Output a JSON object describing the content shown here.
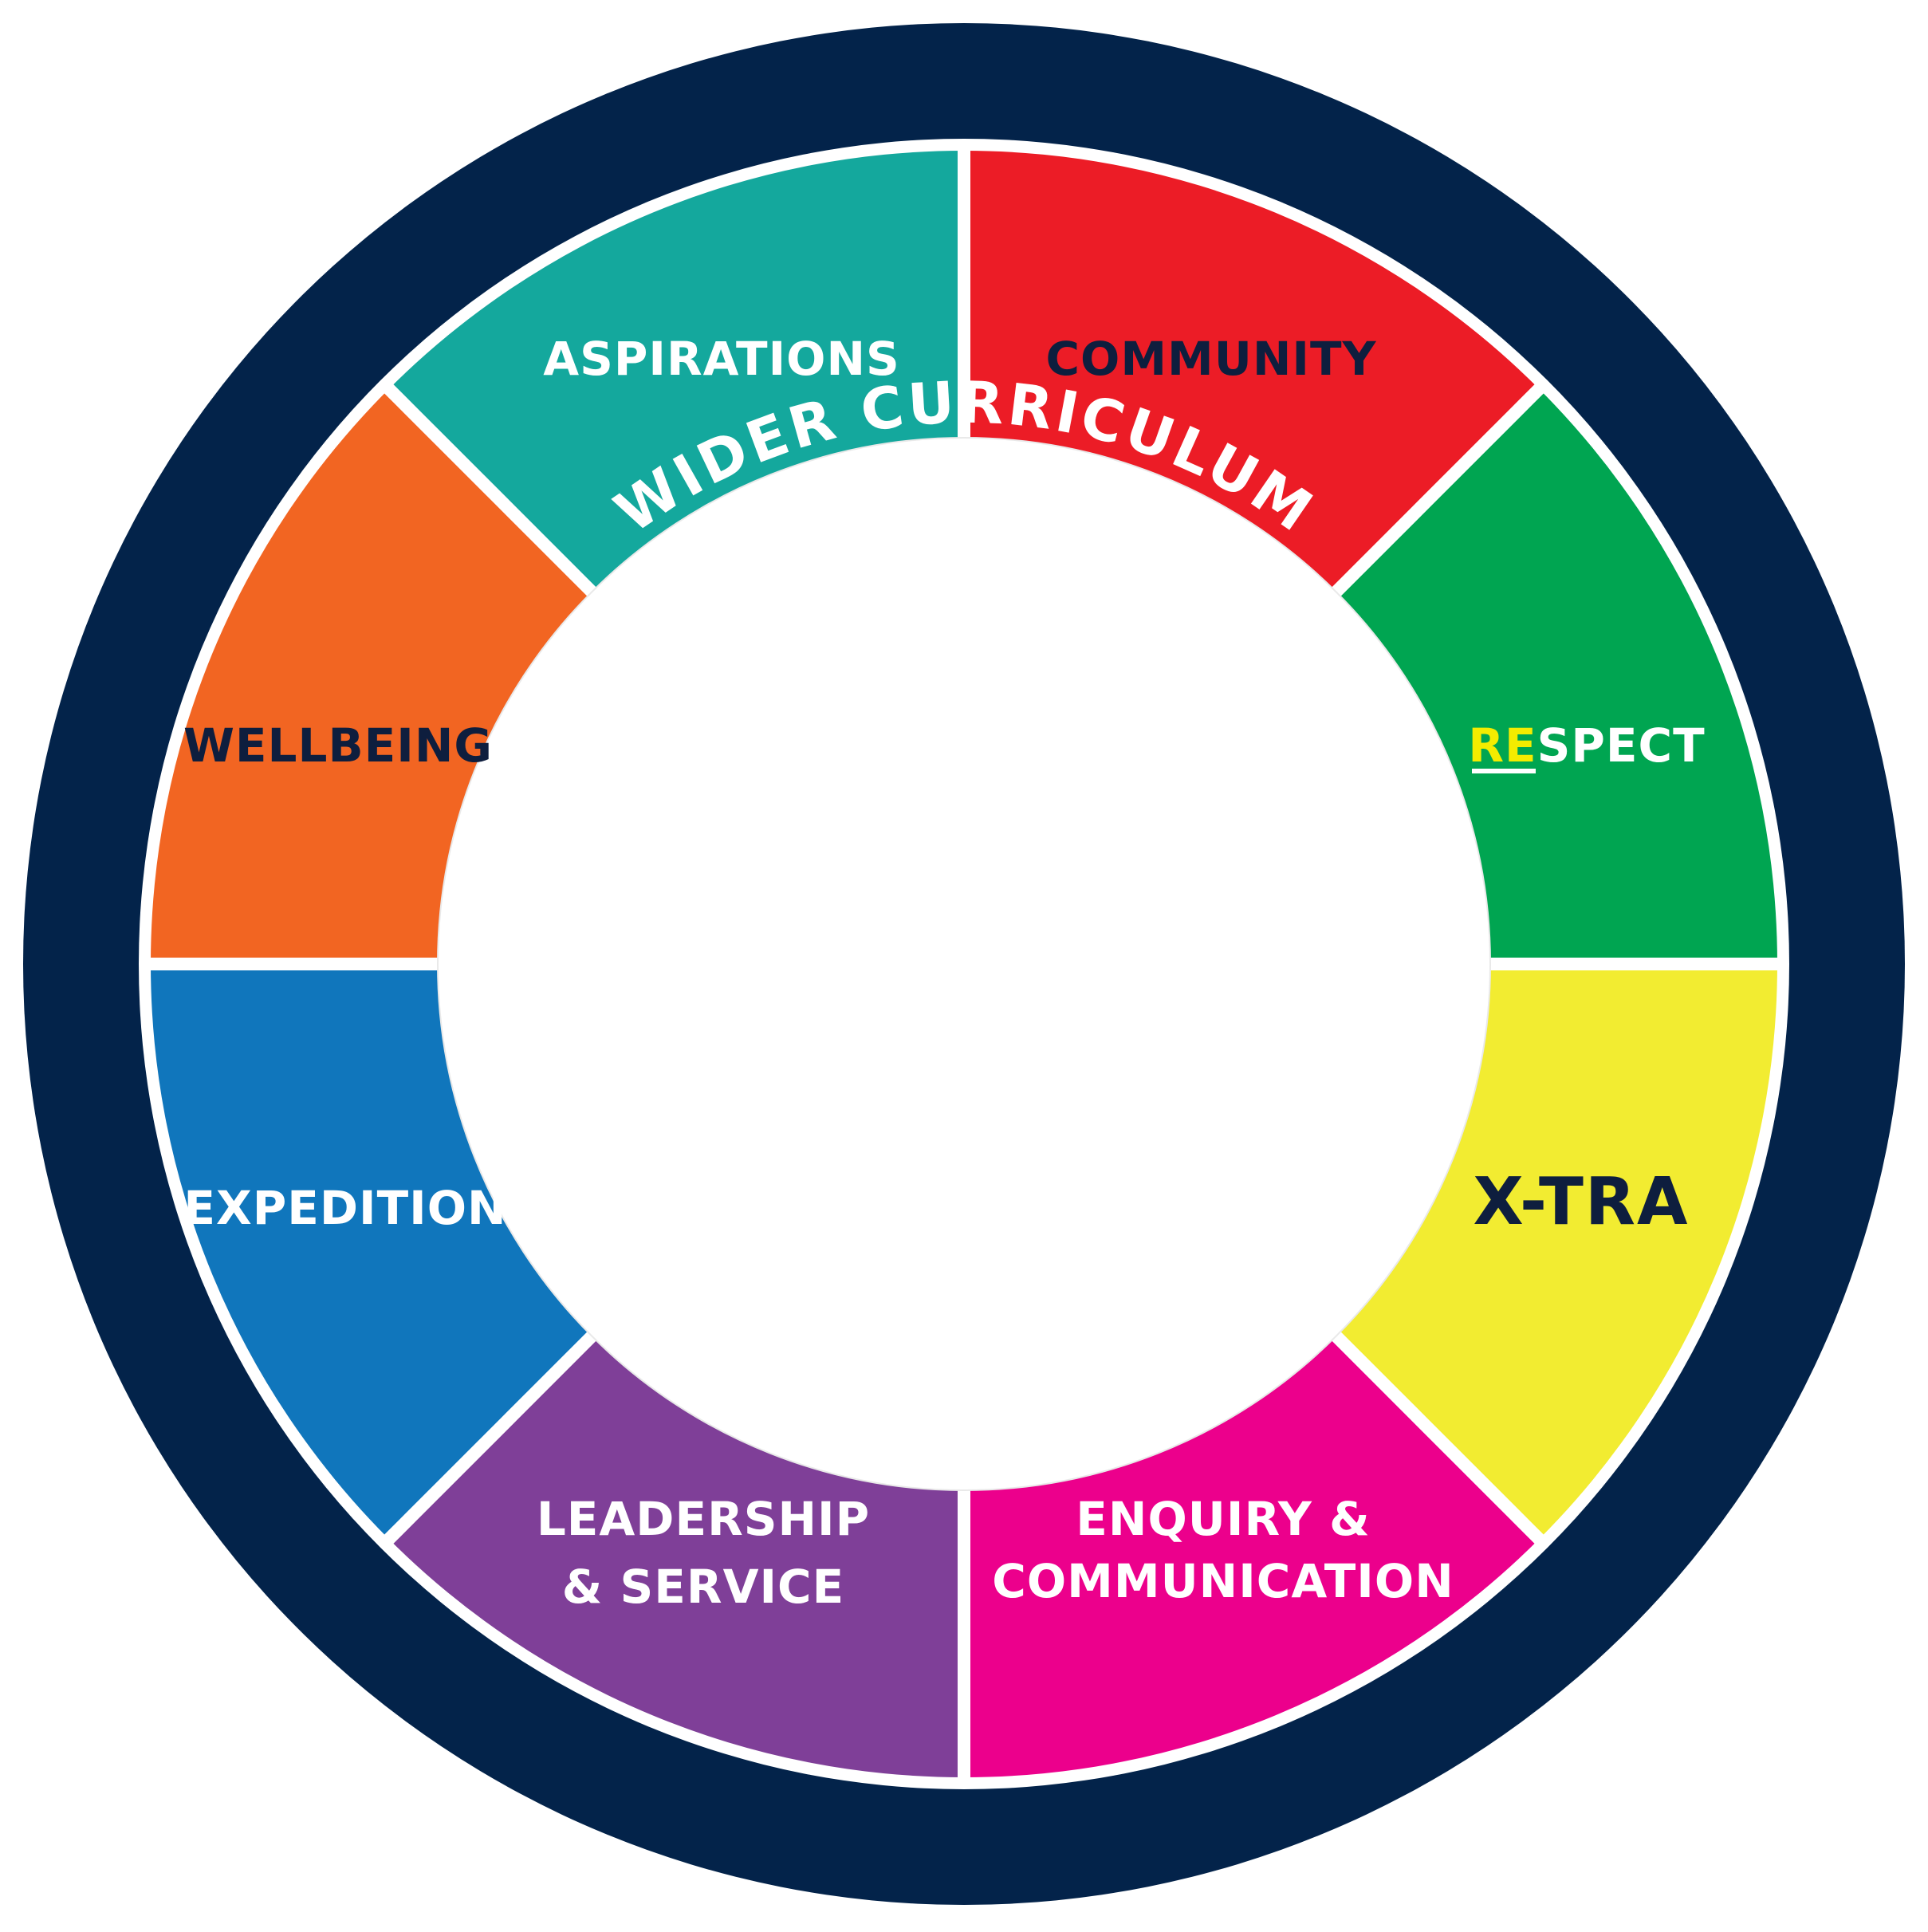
{
  "diagram": {
    "title": "WIDER CURRICULUM",
    "colors": {
      "ring": "#03234A",
      "divider": "#ffffff",
      "dark_text": "#0E1E3E",
      "light_text": "#ffffff",
      "highlight": "#F4EC00"
    },
    "segments": [
      {
        "id": "aspirations",
        "label": "ASPIRATIONS",
        "color": "#14A89D",
        "text_color": "#ffffff"
      },
      {
        "id": "community",
        "label": "COMMUNITY",
        "color": "#EC1C26",
        "text_color": "#0E1E3E"
      },
      {
        "id": "respect",
        "label_highlight": "RE",
        "label_rest": "SPECT",
        "color": "#00A551",
        "text_color": "#ffffff",
        "highlight_color": "#F4EC00"
      },
      {
        "id": "xtra",
        "label": "X-TRA",
        "color": "#F2EC31",
        "text_color": "#0E1E3E"
      },
      {
        "id": "enquiry",
        "label_line1": "ENQUIRY &",
        "label_line2": "COMMUNICATION",
        "color": "#EC008C",
        "text_color": "#ffffff"
      },
      {
        "id": "leadership",
        "label_line1": "LEADERSHIP",
        "label_line2": "& SERVICE",
        "color": "#7F3F98",
        "text_color": "#ffffff"
      },
      {
        "id": "expedition",
        "label": "EXPEDITION",
        "color": "#1076BC",
        "text_color": "#ffffff"
      },
      {
        "id": "wellbeing",
        "label": "WELLBEING",
        "color": "#F26522",
        "text_color": "#0E1E3E"
      }
    ]
  }
}
